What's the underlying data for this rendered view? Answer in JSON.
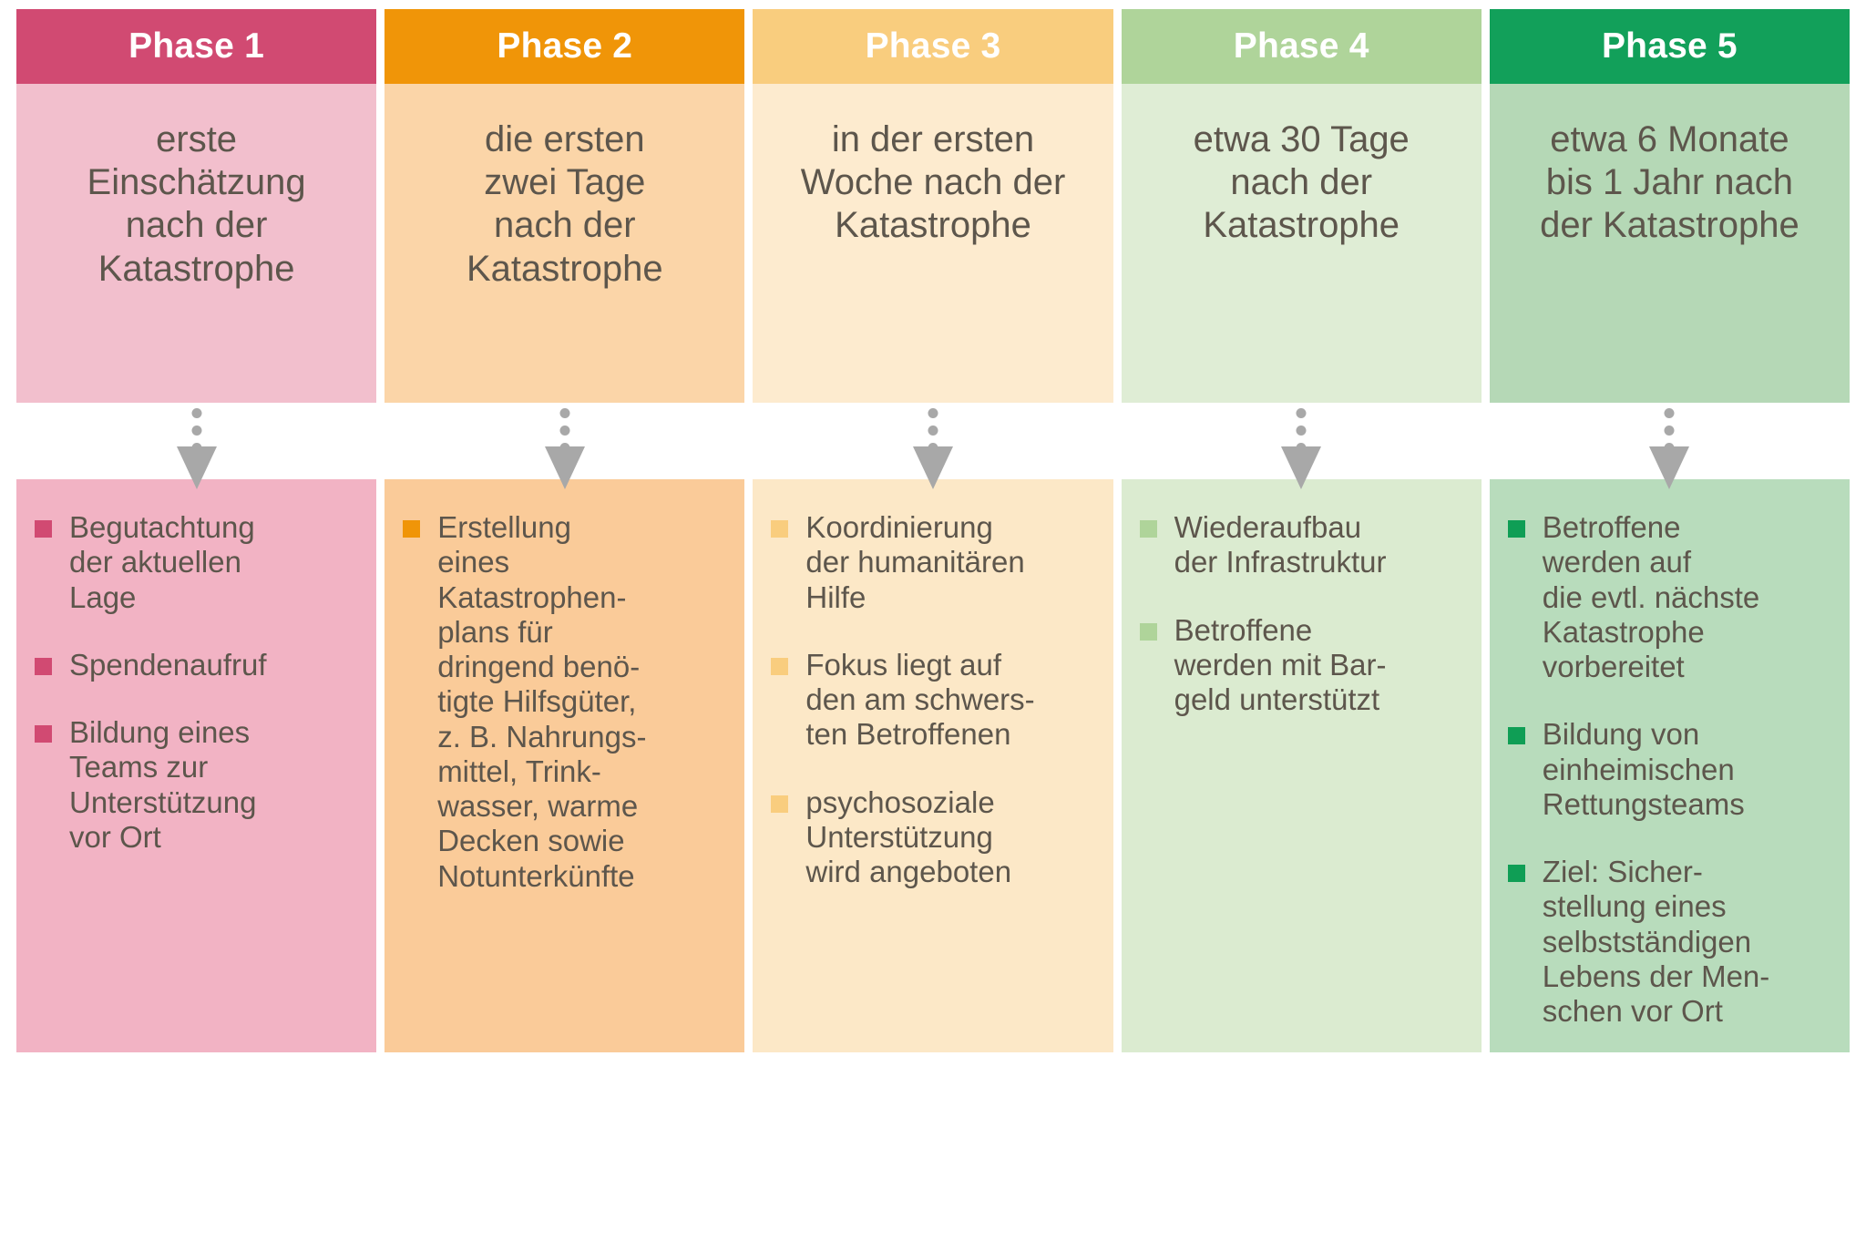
{
  "diagram": {
    "title_row_label": "Phase headers",
    "connector_icon": "dotted-down-arrow-icon"
  },
  "columns": [
    {
      "id": "phase-1",
      "header": "Phase 1",
      "timing": "erste\nEinschätzung\nnach der\nKatastrophe",
      "colors": {
        "header_bg": "#D14A72",
        "timing_bg": "#F2BFCD",
        "bullets_bg": "#F2B3C4",
        "marker": "#D14A72",
        "text": "#5d564c"
      },
      "bullets": [
        "Begutachtung\nder aktuellen\nLage",
        "Spendenaufruf",
        "Bildung eines\nTeams zur\nUnterstützung\nvor Ort"
      ]
    },
    {
      "id": "phase-2",
      "header": "Phase 2",
      "timing": "die ersten\nzwei Tage\nnach der\nKatastrophe",
      "colors": {
        "header_bg": "#F09508",
        "timing_bg": "#FBD5A8",
        "bullets_bg": "#FACB99",
        "marker": "#F09508",
        "text": "#5d564c"
      },
      "bullets": [
        "Erstellung\neines\nKatastrophen-\nplans für\ndringend benö-\ntigte Hilfsgüter,\nz. B. Nahrungs-\nmittel, Trink-\nwasser, warme\nDecken sowie\nNotunterkünfte"
      ]
    },
    {
      "id": "phase-3",
      "header": "Phase 3",
      "timing": "in der ersten\nWoche nach der\nKatastrophe",
      "colors": {
        "header_bg": "#F9CD7E",
        "timing_bg": "#FDEBCF",
        "bullets_bg": "#FCE8C7",
        "marker": "#F9CD7E",
        "text": "#5d564c"
      },
      "bullets": [
        "Koordinierung\nder humanitären\nHilfe",
        "Fokus liegt auf\nden am schwers-\nten Betroffenen",
        "psychosoziale\nUnterstützung\nwird angeboten"
      ]
    },
    {
      "id": "phase-4",
      "header": "Phase 4",
      "timing": "etwa 30 Tage\nnach der\nKatastrophe",
      "colors": {
        "header_bg": "#AFD49A",
        "timing_bg": "#DFEDD5",
        "bullets_bg": "#DBEBD0",
        "marker": "#AFD49A",
        "text": "#5d564c"
      },
      "bullets": [
        "Wiederaufbau\nder Infrastruktur",
        "Betroffene\nwerden mit Bar-\ngeld unterstützt"
      ]
    },
    {
      "id": "phase-5",
      "header": "Phase 5",
      "timing": "etwa 6 Monate\nbis 1 Jahr nach\nder Katastrophe",
      "colors": {
        "header_bg": "#12A05A",
        "timing_bg": "#B5D8B6",
        "bullets_bg": "#B8DCBC",
        "marker": "#0F9E55",
        "text": "#5d564c"
      },
      "bullets": [
        "Betroffene\nwerden auf\ndie evtl. nächste\nKatastrophe\nvorbereitet",
        "Bildung von\neinheimischen\nRettungsteams",
        "Ziel: Sicher-\nstellung eines\nselbstständigen\nLebens der Men-\nschen vor Ort"
      ]
    }
  ]
}
